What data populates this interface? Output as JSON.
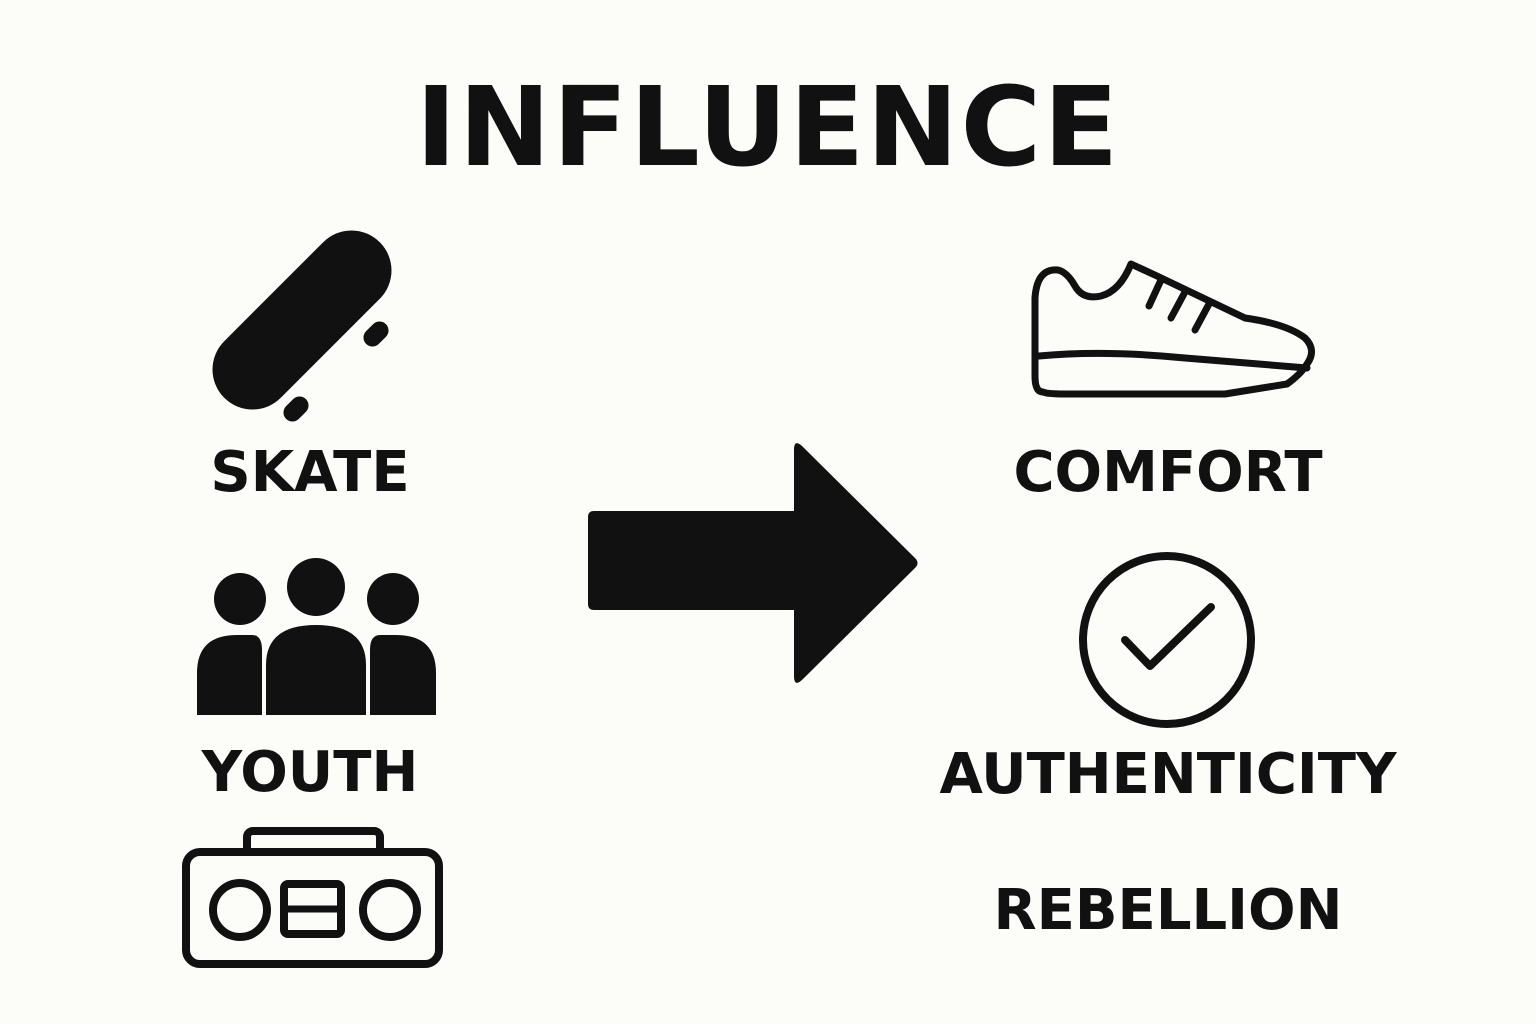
{
  "title": "INFLUENCE",
  "left_column": [
    {
      "label": "SKATE",
      "icon": "skateboard-icon"
    },
    {
      "label": "YOUTH",
      "icon": "group-of-people-icon"
    },
    {
      "label": "",
      "icon": "boombox-icon"
    }
  ],
  "connector": {
    "icon": "right-arrow-icon"
  },
  "right_column": [
    {
      "label": "COMFORT",
      "icon": "sneaker-icon"
    },
    {
      "label": "AUTHENTICITY",
      "icon": "check-circle-icon"
    },
    {
      "label": "REBELLION",
      "icon": ""
    }
  ],
  "colors": {
    "background": "#fcfcf9",
    "ink": "#111111"
  }
}
